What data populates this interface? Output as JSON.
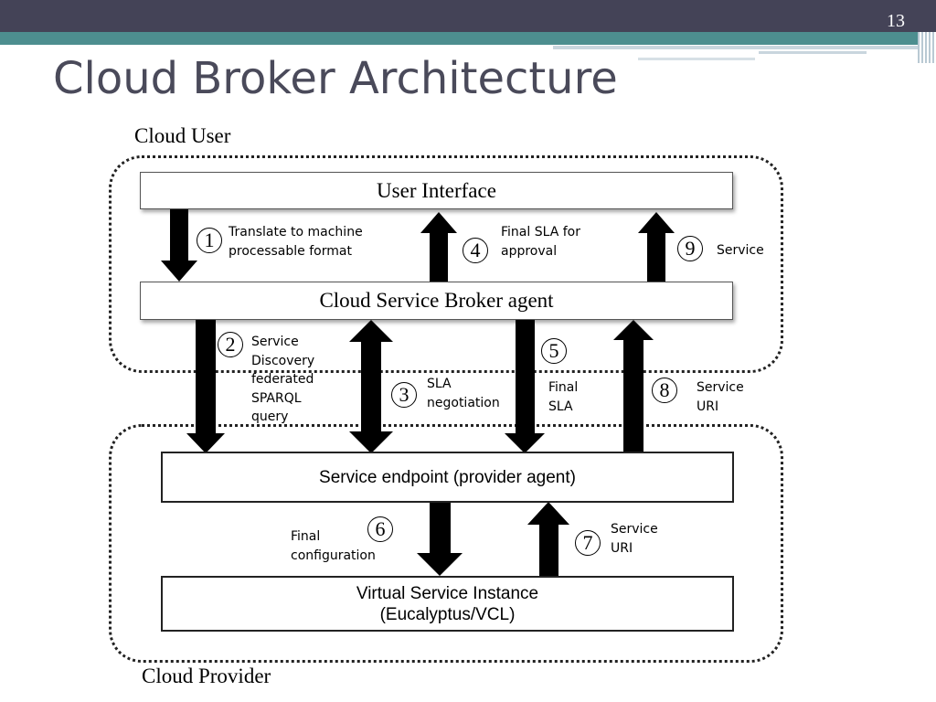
{
  "slide": {
    "number": "13",
    "title": "Cloud Broker Architecture"
  },
  "regions": {
    "user_label": "Cloud User",
    "provider_label": "Cloud Provider"
  },
  "nodes": {
    "user_interface": "User Interface",
    "broker_agent": "Cloud Service Broker agent",
    "service_endpoint": "Service endpoint (provider agent)",
    "virtual_instance_line1": "Virtual Service Instance",
    "virtual_instance_line2": "(Eucalyptus/VCL)"
  },
  "steps": [
    {
      "number": "1",
      "label": "Translate to machine\nprocessable format",
      "direction": "down"
    },
    {
      "number": "2",
      "label": "Service\nDiscovery\nfederated\nSPARQL\nquery",
      "direction": "down"
    },
    {
      "number": "3",
      "label": "SLA\nnegotiation",
      "direction": "both"
    },
    {
      "number": "4",
      "label": "Final SLA for\napproval",
      "direction": "up"
    },
    {
      "number": "5",
      "label": "Final\nSLA",
      "direction": "down"
    },
    {
      "number": "6",
      "label": "Final\nconfiguration",
      "direction": "down"
    },
    {
      "number": "7",
      "label": "Service\nURI",
      "direction": "up"
    },
    {
      "number": "8",
      "label": "Service\nURI",
      "direction": "up"
    },
    {
      "number": "9",
      "label": "Service",
      "direction": "up"
    }
  ]
}
